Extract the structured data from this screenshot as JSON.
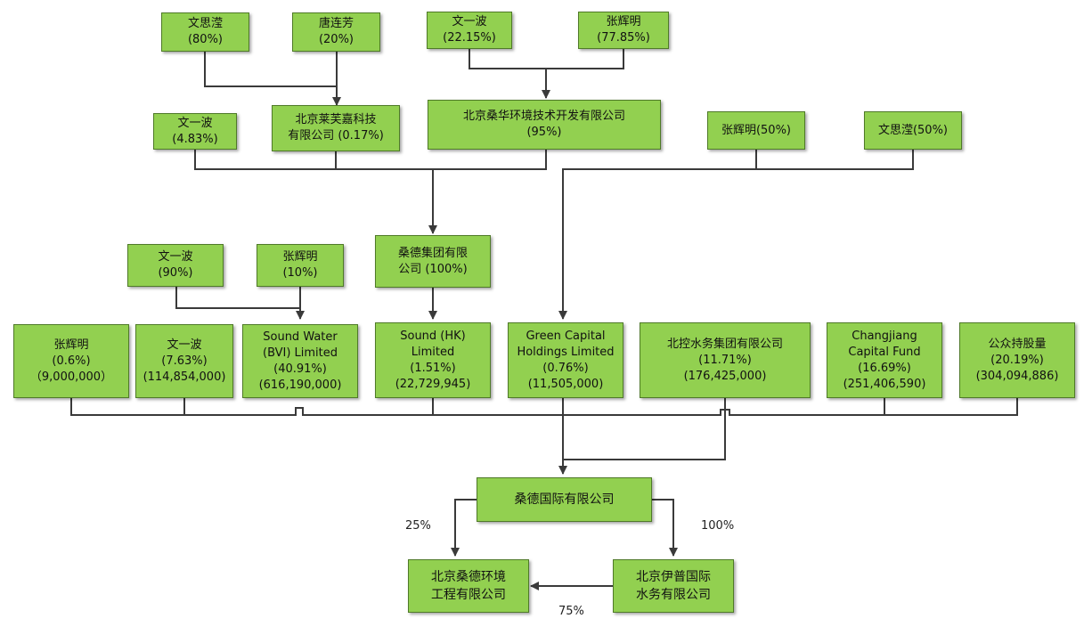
{
  "colors": {
    "box_fill": "#92d050",
    "box_border": "#4f7a28",
    "line": "#3a3a3a"
  },
  "shareholders": {
    "wen_siying_top": {
      "name": "文思滢",
      "pct": "(80%)"
    },
    "tang_lianfang": {
      "name": "唐连芳",
      "pct": "(20%)"
    },
    "wen_yibo_top": {
      "name": "文一波",
      "pct": "(22.15%)"
    },
    "zhang_huiming_top": {
      "name": "张辉明",
      "pct": "(77.85%)"
    },
    "wen_yibo_mid": {
      "name": "文一波",
      "pct": "(4.83%)"
    },
    "beijing_laifujia": {
      "name": "北京莱芙嘉科技",
      "pct": "有限公司 (0.17%)"
    },
    "beijing_sanghua": {
      "name": "北京桑华环境技术开发有限公司",
      "pct": "(95%)"
    },
    "zhang_huiming_50": {
      "name": "张辉明(50%)"
    },
    "wen_siying_50": {
      "name": "文思滢(50%)"
    },
    "wen_yibo_90": {
      "name": "文一波",
      "pct": "(90%)"
    },
    "zhang_huiming_10": {
      "name": "张辉明",
      "pct": "(10%)"
    },
    "sound_group": {
      "name": "桑德集团有限",
      "pct": "公司 (100%)"
    }
  },
  "holders": [
    {
      "line1": "张辉明",
      "line2": "(0.6%)",
      "line3": "（9,000,000）"
    },
    {
      "line1": "文一波",
      "line2": "(7.63%)",
      "line3": "(114,854,000)"
    },
    {
      "line1": "Sound Water",
      "line2": "(BVI) Limited",
      "line3": "(40.91%)",
      "line4": "(616,190,000)"
    },
    {
      "line1": "Sound (HK)",
      "line2": "Limited",
      "line3": "(1.51%)",
      "line4": "(22,729,945)"
    },
    {
      "line1": "Green Capital",
      "line2": "Holdings Limited",
      "line3": "(0.76%)",
      "line4": "(11,505,000)"
    },
    {
      "line1": "北控水务集团有限公司",
      "line2": "(11.71%)",
      "line3": "(176,425,000)"
    },
    {
      "line1": "Changjiang",
      "line2": "Capital Fund",
      "line3": "(16.69%)",
      "line4": "(251,406,590)"
    },
    {
      "line1": "公众持股量",
      "line2": "(20.19%)",
      "line3": "(304,094,886)"
    }
  ],
  "company": {
    "name": "桑德国际有限公司"
  },
  "subsidiaries": {
    "sound_env": {
      "line1": "北京桑德环境",
      "line2": "工程有限公司"
    },
    "yipu": {
      "line1": "北京伊普国际",
      "line2": "水务有限公司"
    }
  },
  "edge_labels": {
    "to_sound_env": "25%",
    "to_yipu": "100%",
    "yipu_to_sound_env": "75%"
  }
}
